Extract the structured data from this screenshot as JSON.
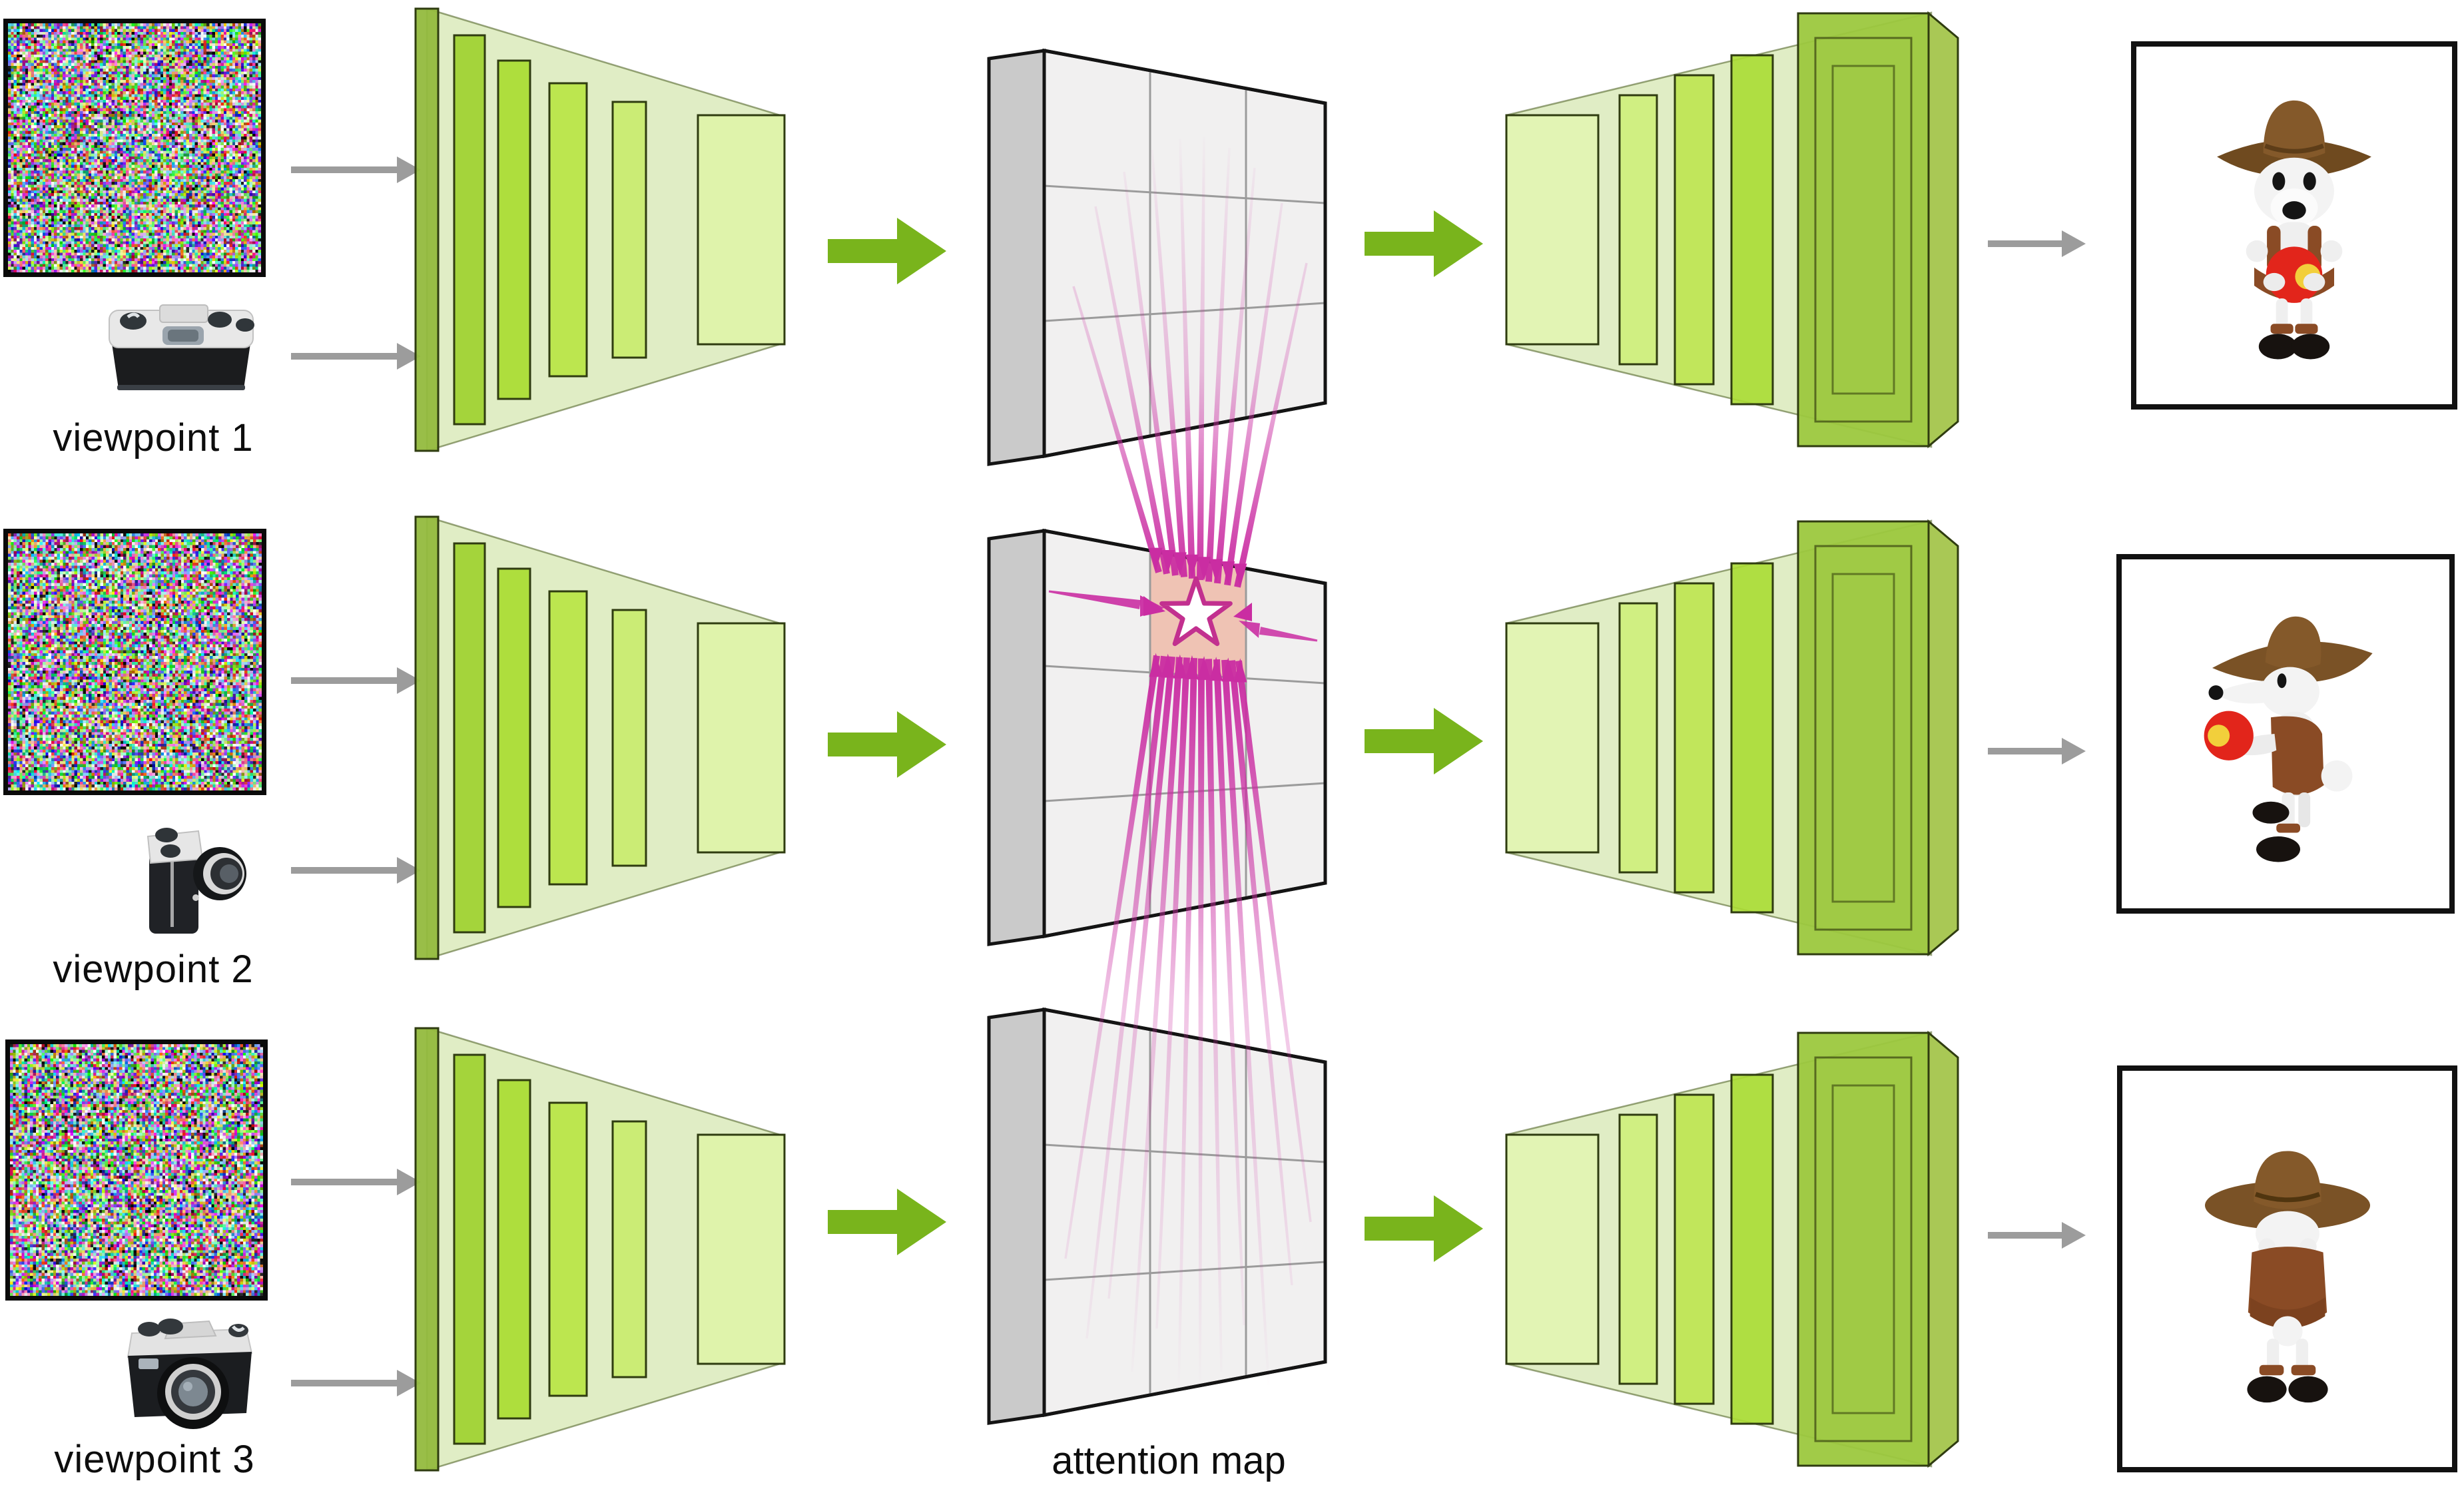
{
  "figure": {
    "title_labels": {
      "attention_map": "attention map"
    },
    "viewpoints": [
      {
        "label": "viewpoint 1",
        "camera_view": "top-view-camera"
      },
      {
        "label": "viewpoint 2",
        "camera_view": "side-view-camera"
      },
      {
        "label": "viewpoint 3",
        "camera_view": "front-view-camera"
      }
    ],
    "colors": {
      "accent_green": "#79b41c",
      "arrow_gray": "#9c9c9c",
      "magenta": "#ca2da2",
      "star_stroke": "#c2308f",
      "map_face": "#f1f0f0",
      "map_side": "#cacaca",
      "map_grid": "#9b9b9b",
      "map_outline": "#141414",
      "highlight_cell": "#efc3b4",
      "noise_border": "#0a0a0a",
      "frame_border": "#111111",
      "hat_brown": "#7a5226",
      "vest_brown": "#8a4b25",
      "apple_red": "#e2251b",
      "apple_yellow": "#f2cf3b",
      "boot_black": "#17120f"
    }
  }
}
